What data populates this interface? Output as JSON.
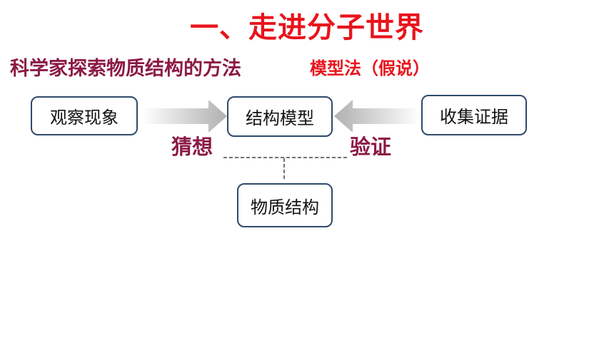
{
  "title": "一、走进分子世界",
  "subtitle": "科学家探索物质结构的方法",
  "method": "模型法（假说）",
  "nodes": {
    "observe": "观察现象",
    "model": "结构模型",
    "evidence": "收集证据",
    "matter": "物质结构"
  },
  "edges": {
    "guess": "猜想",
    "verify": "验证"
  },
  "colors": {
    "title": "#e8141c",
    "subtitle": "#8b1a44",
    "box_border": "#2e4a6b",
    "arrow": "#b5b5b5"
  }
}
